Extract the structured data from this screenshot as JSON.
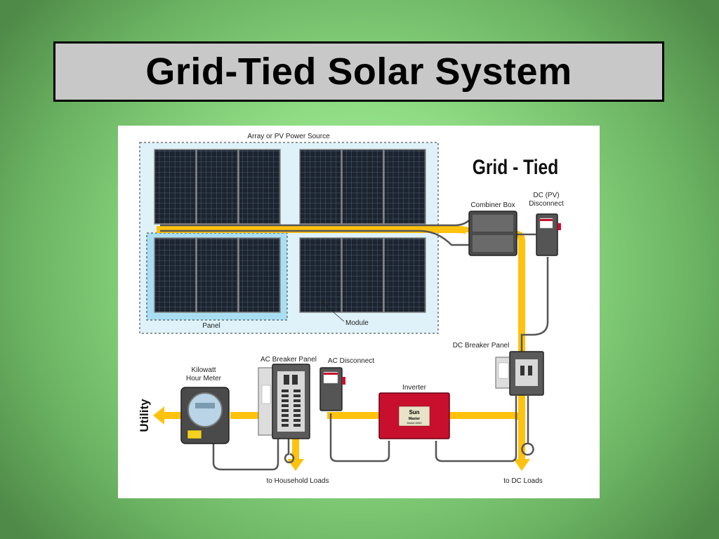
{
  "page": {
    "title": "Grid-Tied Solar System"
  },
  "diagram": {
    "heading": "Grid - Tied",
    "labels": {
      "array": "Array or PV Power Source",
      "combiner": "Combiner Box",
      "dc_disconnect_l1": "DC (PV)",
      "dc_disconnect_l2": "Disconnect",
      "panel": "Panel",
      "module": "Module",
      "dc_breaker": "DC  Breaker Panel",
      "kwh_l1": "Kilowatt",
      "kwh_l2": "Hour Meter",
      "ac_breaker": "AC Breaker Panel",
      "ac_disconnect": "AC Disconnect",
      "inverter": "Inverter",
      "utility": "Utility",
      "household": "to Household Loads",
      "dc_loads": "to DC Loads",
      "inverter_brand_l1": "Sun",
      "inverter_brand_l2": "Master",
      "inverter_model": "Model 5000"
    },
    "colors": {
      "flow": "#ffc20e",
      "panel_dark": "#1c2430",
      "inverter": "#c8102e",
      "array_zone": "#dff2f9",
      "panel_zone": "#a9def2"
    }
  }
}
